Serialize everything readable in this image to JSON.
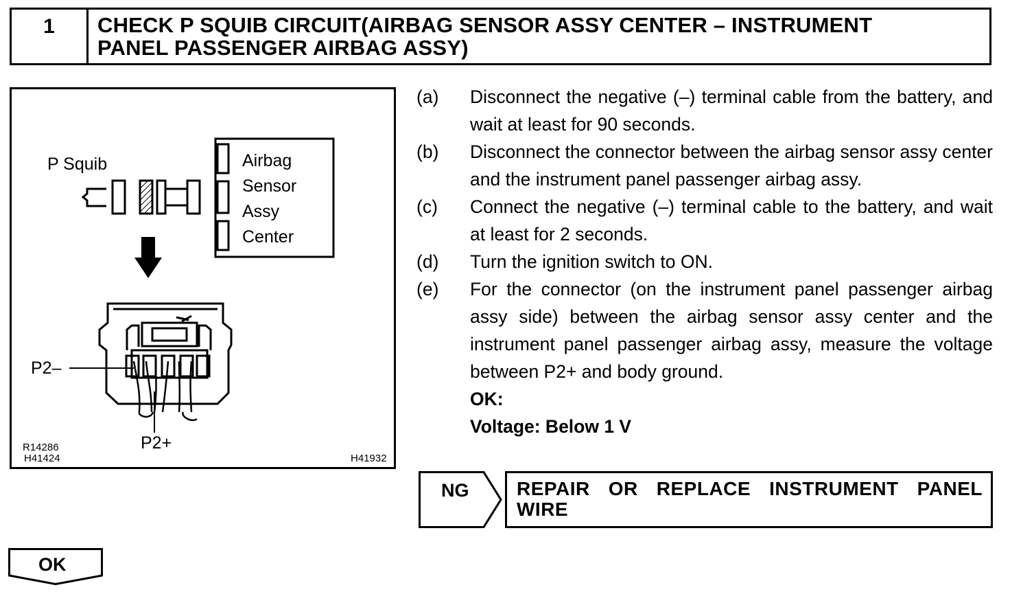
{
  "header": {
    "step_number": "1",
    "title_line1": "CHECK P SQUIB CIRCUIT(AIRBAG SENSOR ASSY CENTER – INSTRUMENT",
    "title_line2": "PANEL PASSENGER AIRBAG ASSY)"
  },
  "figure": {
    "p_squib_label": "P Squib",
    "ecu_label": [
      "Airbag",
      "Sensor",
      "Assy",
      "Center"
    ],
    "terminal_p2_minus": "P2–",
    "terminal_p2_plus": "P2+",
    "code_left_1": "R14286",
    "code_left_2": "H41424",
    "code_right": "H41932"
  },
  "steps": [
    {
      "key": "(a)",
      "text": "Disconnect the negative (–) terminal cable from the battery, and wait at least for 90 seconds."
    },
    {
      "key": "(b)",
      "text": "Disconnect the connector between the airbag sensor assy center and the instrument panel passenger airbag assy."
    },
    {
      "key": "(c)",
      "text": "Connect the negative (–) terminal cable to the battery, and wait at least for 2 seconds."
    },
    {
      "key": "(d)",
      "text": "Turn the ignition switch to ON."
    },
    {
      "key": "(e)",
      "text": "For the connector (on the instrument panel passenger airbag assy side) between the airbag sensor assy center and the instrument panel passenger airbag assy, measure the voltage between P2+ and body ground."
    }
  ],
  "spec": {
    "ok_label": "OK:",
    "value": "Voltage: Below 1 V"
  },
  "result_ng": {
    "tag": "NG",
    "action": "REPAIR OR REPLACE INSTRUMENT PANEL WIRE"
  },
  "result_ok": {
    "tag": "OK"
  }
}
